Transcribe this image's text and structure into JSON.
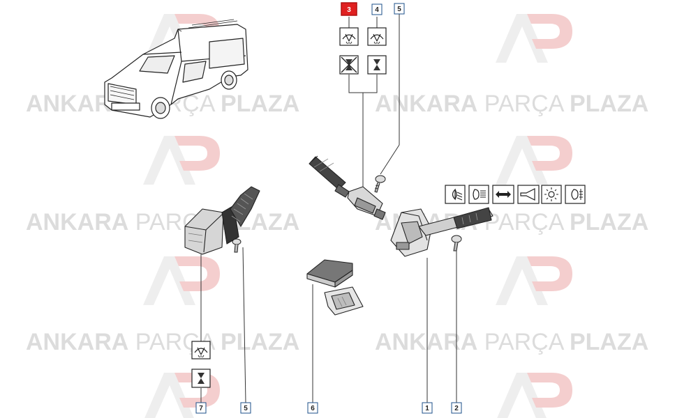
{
  "watermark": {
    "brand_bold_1": "ANKARA",
    "brand_light": "PARÇA",
    "brand_bold_2": "PLAZA",
    "logo": "AP"
  },
  "callouts": [
    {
      "id": "3",
      "highlighted": true
    },
    {
      "id": "4",
      "highlighted": false
    },
    {
      "id": "5",
      "highlighted": false
    },
    {
      "id": "7",
      "highlighted": false
    },
    {
      "id": "5",
      "highlighted": false
    },
    {
      "id": "6",
      "highlighted": false
    },
    {
      "id": "1",
      "highlighted": false
    },
    {
      "id": "2",
      "highlighted": false
    }
  ],
  "symbols": {
    "wiper_switch_3": [
      "wiper-icon",
      "no-intermittent-icon"
    ],
    "wiper_switch_4": [
      "wiper-icon",
      "intermittent-icon"
    ],
    "wiper_switch_7": [
      "wiper-icon",
      "intermittent-icon"
    ],
    "light_switch_1": [
      "dipped-beam-icon",
      "main-beam-icon",
      "indicator-icon",
      "horn-icon",
      "side-light-icon",
      "rear-fog-icon"
    ]
  },
  "colors": {
    "highlight": "#e02020",
    "callout_border": "#1b4f8a",
    "line": "#333333",
    "watermark": "#dcdcdc",
    "logo_red": "#f3c9c9"
  }
}
